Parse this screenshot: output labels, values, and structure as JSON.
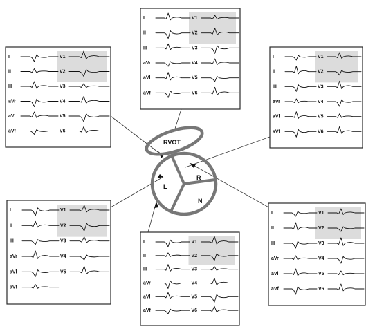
{
  "anatomy": {
    "rvot_label": "RVOT",
    "cusp_labels": [
      "R",
      "L",
      "N"
    ]
  },
  "panels": [
    {
      "id": "top",
      "leads": [
        "I",
        "II",
        "III",
        "aVr",
        "aVl",
        "aVf",
        "V1",
        "V2",
        "V3",
        "V4",
        "V5",
        "V6"
      ]
    },
    {
      "id": "upper-left",
      "leads": [
        "I",
        "II",
        "III",
        "aVr",
        "aVl",
        "aVf",
        "V1",
        "V2",
        "V3",
        "V4",
        "V5",
        "V6"
      ]
    },
    {
      "id": "upper-right",
      "leads": [
        "I",
        "II",
        "III",
        "aVr",
        "aVl",
        "aVf",
        "V1",
        "V2",
        "V3",
        "V4",
        "V5",
        "V6"
      ]
    },
    {
      "id": "lower-left",
      "leads": [
        "I",
        "II",
        "III",
        "aVr",
        "aVl",
        "aVf",
        "V1",
        "V2",
        "V3",
        "V4",
        "V5"
      ]
    },
    {
      "id": "bottom",
      "leads": [
        "I",
        "II",
        "III",
        "aVr",
        "aVl",
        "aVf",
        "V1",
        "V2",
        "V3",
        "V4",
        "V5",
        "V6"
      ]
    },
    {
      "id": "lower-right",
      "leads": [
        "I",
        "II",
        "III",
        "aVr",
        "aVl",
        "aVf",
        "V1",
        "V2",
        "V3",
        "V4",
        "V5",
        "V6"
      ]
    }
  ]
}
